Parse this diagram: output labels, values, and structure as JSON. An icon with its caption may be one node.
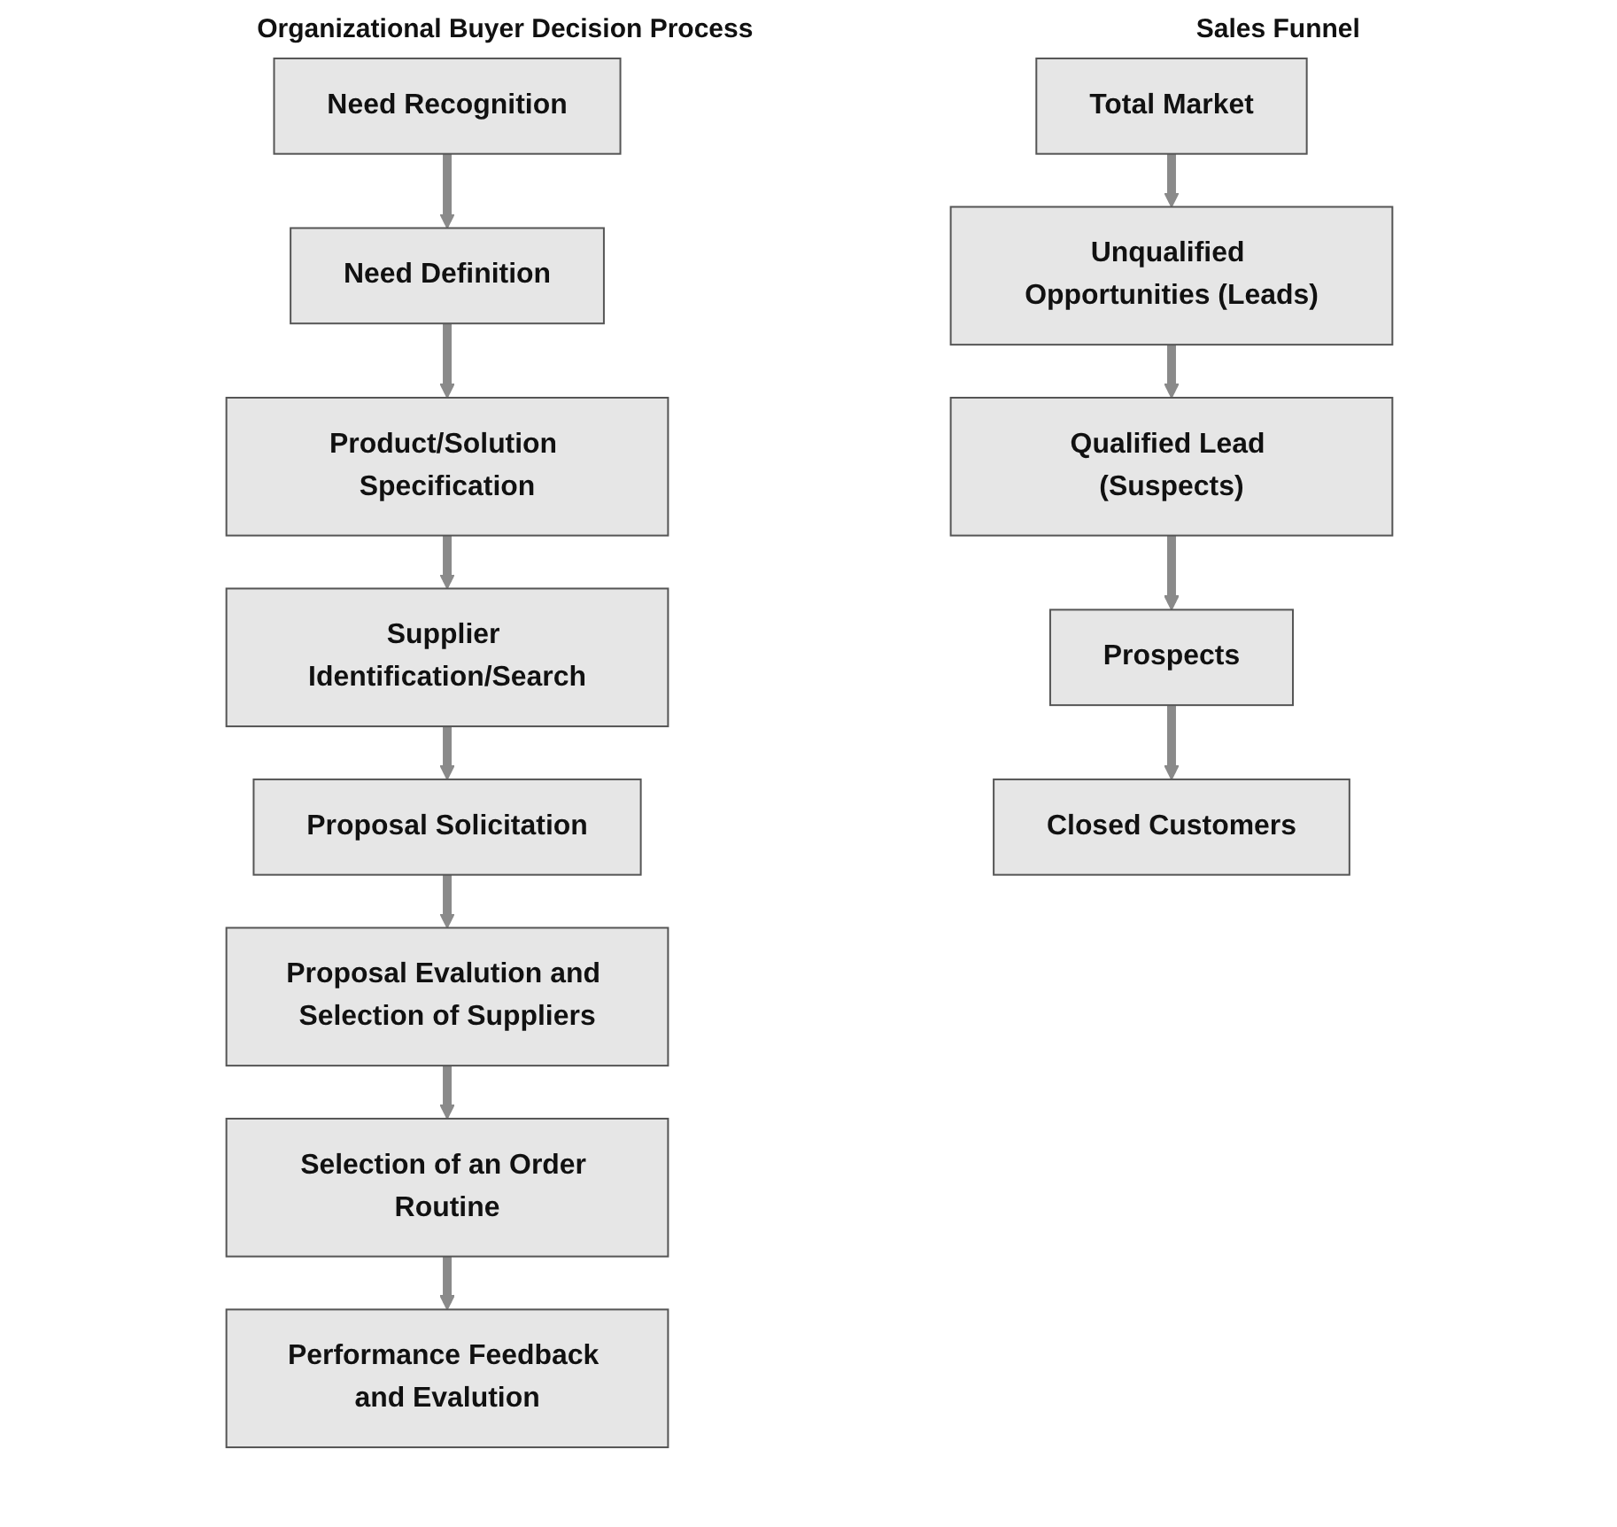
{
  "diagram": {
    "nodes": [
      {
        "text": [
          "Need Recognition"
        ]
      },
      {
        "text": [
          "Need Definition"
        ]
      },
      {
        "text": [
          "Product/Solution Specification"
        ]
      },
      {
        "text": [
          "Supplier Identification/Search"
        ]
      },
      {
        "text": [
          "Proposal Solicitation"
        ]
      },
      {
        "text": [
          "Proposal Evalution and Selection of Suppliers"
        ]
      },
      {
        "text": [
          "Selection of an Order Routine"
        ]
      },
      {
        "text": [
          "Performance Feedback and Evalution"
        ]
      },
      {
        "text": [
          "Total Market"
        ]
      },
      {
        "text": [
          "Unqualified Opportunities (Leads)"
        ]
      },
      {
        "text": [
          "Qualified Lead (Suspects)"
        ]
      },
      {
        "text": [
          "Prospects"
        ]
      },
      {
        "text": [
          "Closed Customers"
        ]
      }
    ],
    "edges": [
      {
        "from": 0,
        "to": 1,
        "arrow": "to"
      },
      {
        "from": 1,
        "to": 2,
        "arrow": "to"
      },
      {
        "from": 2,
        "to": 3,
        "arrow": "to"
      },
      {
        "from": 3,
        "to": 4,
        "arrow": "to"
      },
      {
        "from": 4,
        "to": 5,
        "arrow": "to"
      },
      {
        "from": 5,
        "to": 6,
        "arrow": "to"
      },
      {
        "from": 6,
        "to": 7,
        "arrow": "to"
      },
      {
        "from": 8,
        "to": 9,
        "arrow": "to"
      },
      {
        "from": 9,
        "to": 10,
        "arrow": "to"
      },
      {
        "from": 10,
        "to": 11,
        "arrow": "to"
      },
      {
        "from": 11,
        "to": 12,
        "arrow": "to"
      }
    ],
    "labels": [
      "Organizational Buyer Decision Process",
      "Sales Funnel"
    ]
  }
}
